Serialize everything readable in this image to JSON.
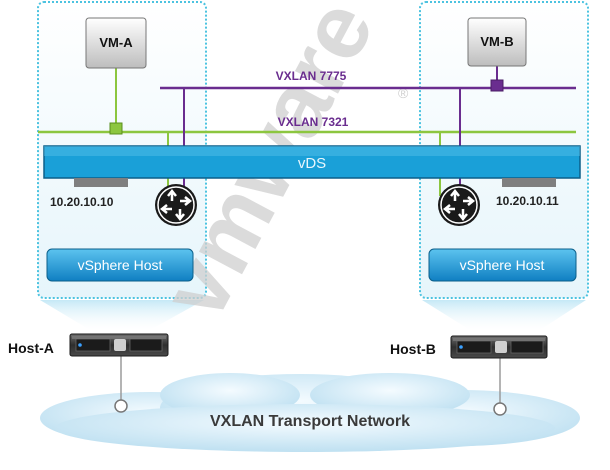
{
  "vm_a": {
    "label": "VM-A"
  },
  "vm_b": {
    "label": "VM-B"
  },
  "vxlan_7775": {
    "label": "VXLAN 7775",
    "color": "#6a2d8f"
  },
  "vxlan_7321": {
    "label": "VXLAN 7321",
    "color": "#8cc63f"
  },
  "vds": {
    "label": "vDS",
    "color": "#1aa0d8"
  },
  "host_a": {
    "ip": "10.20.10.10",
    "panel_label": "vSphere Host",
    "name": "Host-A"
  },
  "host_b": {
    "ip": "10.20.10.11",
    "panel_label": "vSphere Host",
    "name": "Host-B"
  },
  "transport_network": {
    "label": "VXLAN Transport Network"
  },
  "watermark": {
    "text": "vmware",
    "registered": "®"
  },
  "colors": {
    "host_border": "#4cc3e0",
    "host_panel": "#1f9ad6",
    "vm_box": "#d9d9d9",
    "cloud": "#c6e4f2"
  },
  "icons": {
    "router": "router-icon",
    "server": "server-icon",
    "uplink": "uplink-bar",
    "port": "port-icon"
  }
}
